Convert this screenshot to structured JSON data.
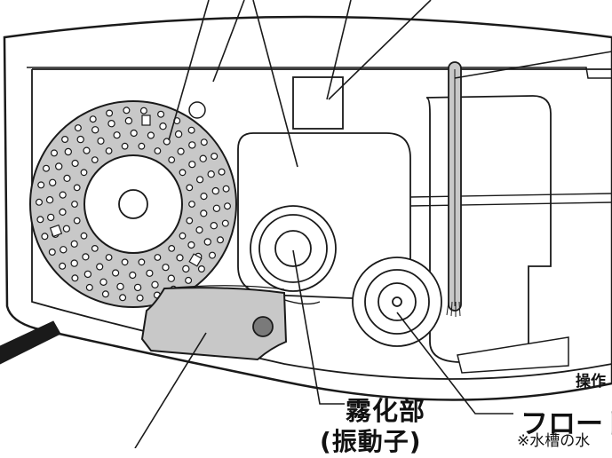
{
  "labels": {
    "atomizer": "霧化部",
    "vibrator": "(振動子)",
    "float": "フロート",
    "note": "※水槽の水",
    "operation": "操作"
  },
  "colors": {
    "line": "#1a1a1a",
    "fill_gray": "#c8c8c8",
    "fill_white": "#ffffff",
    "screw": "#7a7a7a"
  }
}
